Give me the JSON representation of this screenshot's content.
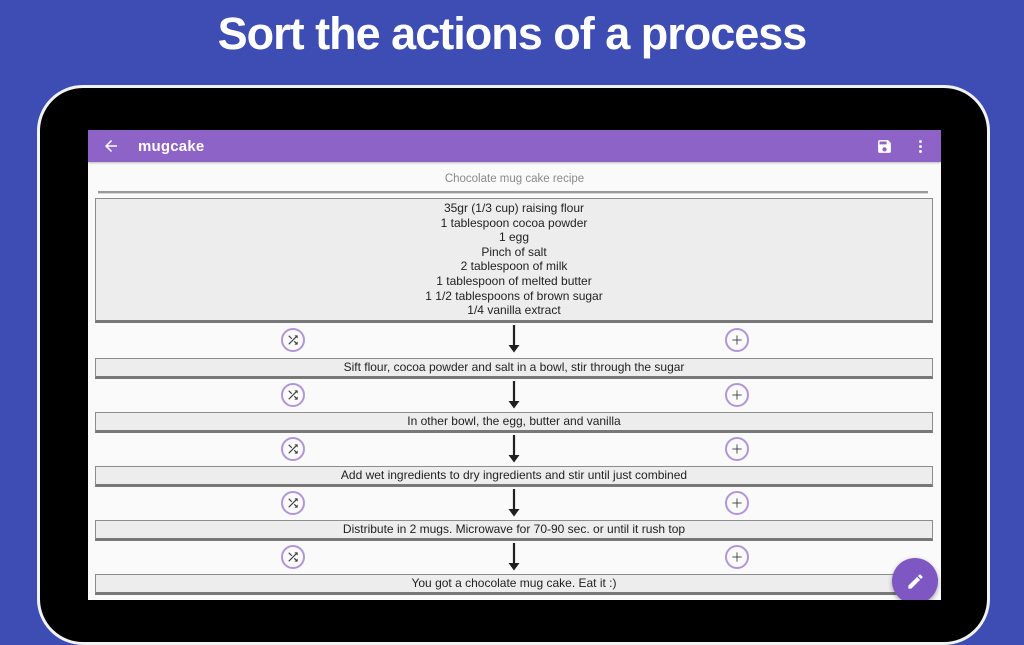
{
  "banner": {
    "title": "Sort the actions of a process"
  },
  "toolbar": {
    "title": "mugcake",
    "icons": [
      "back-arrow",
      "save",
      "overflow-menu"
    ]
  },
  "process": {
    "name": "Chocolate mug cake recipe",
    "ingredients": [
      "35gr (1/3 cup) raising flour",
      "1 tablespoon cocoa powder",
      "1 egg",
      "Pinch of salt",
      "2 tablespoon of milk",
      "1 tablespoon of melted butter",
      "1 1/2 tablespoons of brown sugar",
      "1/4 vanilla extract"
    ],
    "steps": [
      "Sift flour, cocoa powder and salt in a bowl, stir through the sugar",
      "In other bowl, the egg, butter and vanilla",
      "Add wet ingredients to dry ingredients and stir until just combined",
      "Distribute in 2 mugs. Microwave for 70-90 sec. or until it rush top",
      "You got a chocolate mug cake. Eat it :)"
    ]
  },
  "row_icons": [
    "swap",
    "down-arrow",
    "add"
  ],
  "fab_icon": "edit-pencil",
  "colors": {
    "background_blue": "#3d4db4",
    "toolbar_purple": "#8e63c8",
    "fab_purple": "#7e57c2",
    "icon_ring_purple": "#b096d8",
    "screen_background": "#fafafa",
    "box_background": "#ededed"
  }
}
